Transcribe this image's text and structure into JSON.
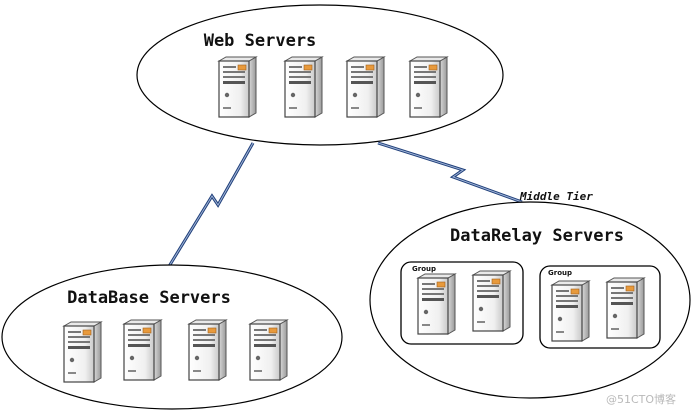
{
  "clusters": {
    "web": {
      "title": "Web Servers",
      "server_count": 4
    },
    "database": {
      "title": "DataBase Servers",
      "server_count": 4
    },
    "datarelay": {
      "title": "DataRelay Servers",
      "groups": [
        {
          "label": "Group",
          "server_count": 2
        },
        {
          "label": "Group",
          "server_count": 2
        }
      ]
    }
  },
  "links": {
    "web_to_datarelay_label": "Middle Tier"
  },
  "watermark": "@51CTO博客",
  "colors": {
    "link_outer": "#1f3f7a",
    "link_inner": "#9fb3d6",
    "ellipse_stroke": "#000000",
    "server_body": "#f4f4f4",
    "server_accent": "#e89a3c"
  },
  "icons": {
    "server": "server-tower-icon",
    "link": "lightning-link-icon"
  }
}
